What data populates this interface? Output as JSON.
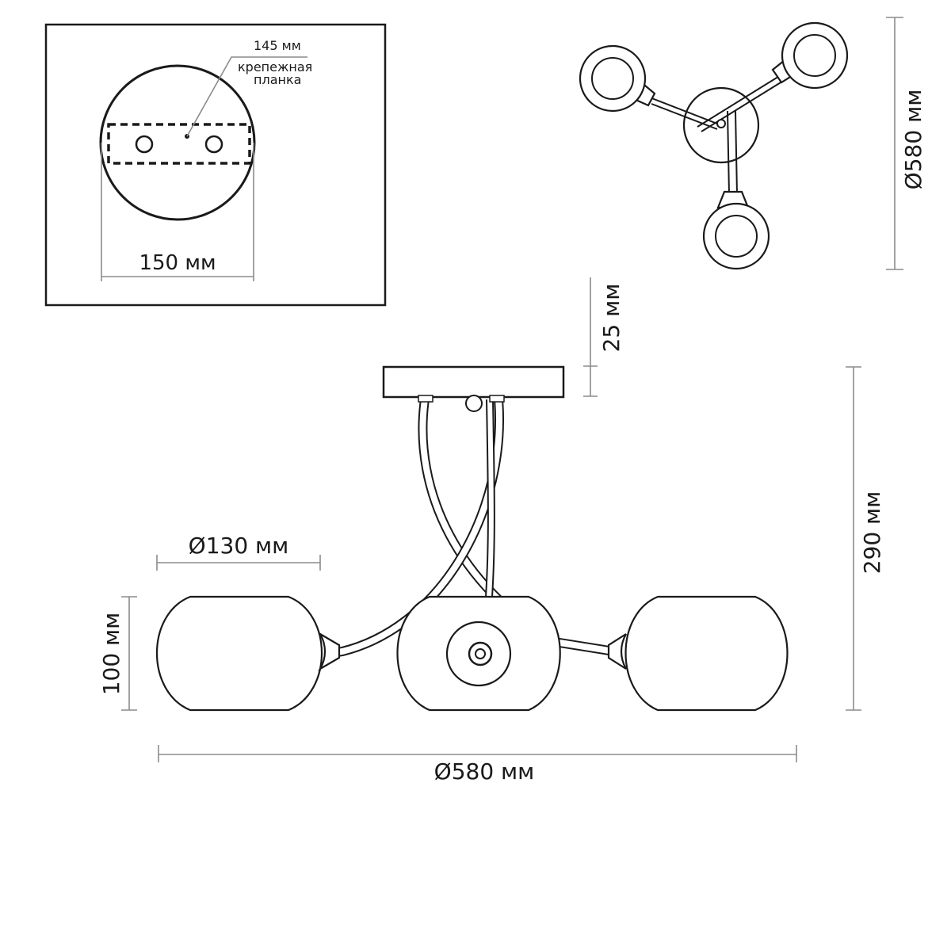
{
  "mounting_inset": {
    "plate_width_label": "145 мм",
    "bracket_label_line1": "крепежная",
    "bracket_label_line2": "планка",
    "canopy_diameter_label": "150 мм"
  },
  "top_view": {
    "diameter_label": "Ø580 мм"
  },
  "side_view": {
    "canopy_height_label": "25 мм",
    "shade_diameter_label": "Ø130 мм",
    "shade_height_label": "100 мм",
    "total_height_label": "290 мм",
    "total_diameter_label": "Ø580 мм"
  },
  "colors": {
    "line": "#1a1a1a",
    "dimension_line": "#8c8c8c",
    "background": "#ffffff"
  }
}
